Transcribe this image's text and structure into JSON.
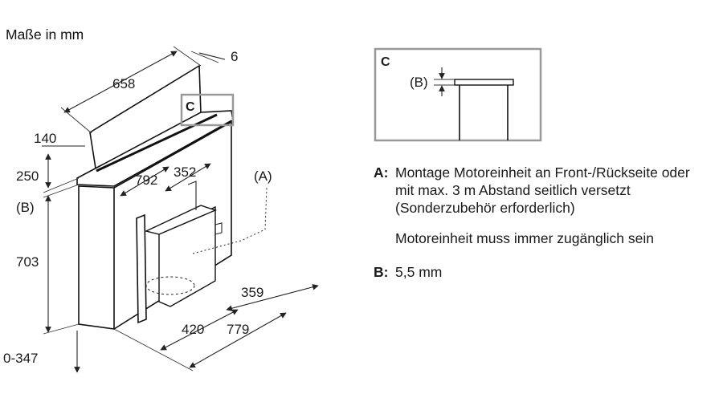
{
  "units_label": "Maße in mm",
  "dimensions": {
    "width_top": "658",
    "thickness": "6",
    "top_depth": "140",
    "height_above": "250",
    "gap_b": "(B)",
    "height_body": "703",
    "depth_cut": "792",
    "motor_width": "352",
    "motor_ref": "(A)",
    "depth_359": "359",
    "depth_420": "420",
    "depth_779": "779",
    "offset_range": "0-347"
  },
  "callout": "C",
  "detail": {
    "title": "C",
    "gap_label": "(B)"
  },
  "notes": [
    {
      "key": "A:",
      "lines": [
        "Montage Motoreinheit an Front-/Rückseite oder mit max. 3 m Abstand seitlich versetzt (Sonderzubehör erforderlich)",
        "Motoreinheit muss immer zugänglich sein"
      ]
    },
    {
      "key": "B:",
      "lines": [
        "5,5 mm"
      ]
    }
  ]
}
